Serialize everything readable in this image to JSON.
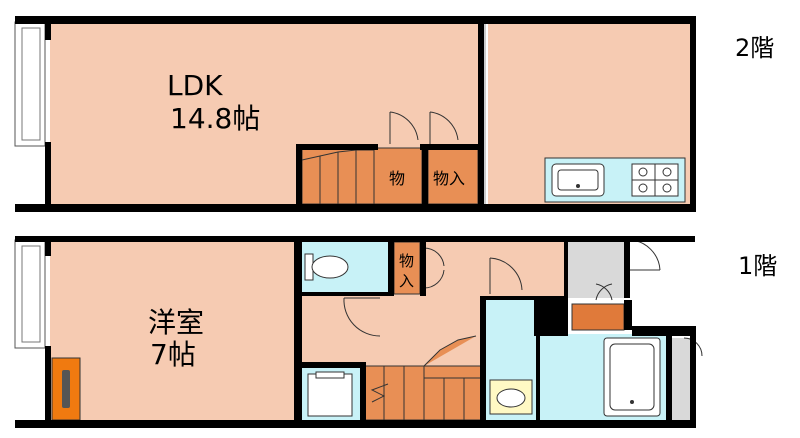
{
  "floors": {
    "upper": {
      "label": "2階",
      "rooms": {
        "ldk_name": "LDK",
        "ldk_size": "14.8帖",
        "storage_small": "物",
        "storage": "物入"
      }
    },
    "lower": {
      "label": "1階",
      "rooms": {
        "western_name": "洋室",
        "western_size": "7帖",
        "closet_top": "物",
        "closet_bottom": "入"
      }
    }
  },
  "colors": {
    "room_floor": "#f6cbb2",
    "stair": "#e88f55",
    "wet_area": "#c8f2f7",
    "wall": "#000000",
    "gray_area": "#d9d9d9",
    "shoe_box": "#e07a3a",
    "heater": "#f07a10"
  },
  "icons": [
    "toilet-icon",
    "sink-icon",
    "stove-icon",
    "bathtub-icon",
    "washbasin-icon",
    "washing-machine-icon",
    "heater-icon"
  ]
}
